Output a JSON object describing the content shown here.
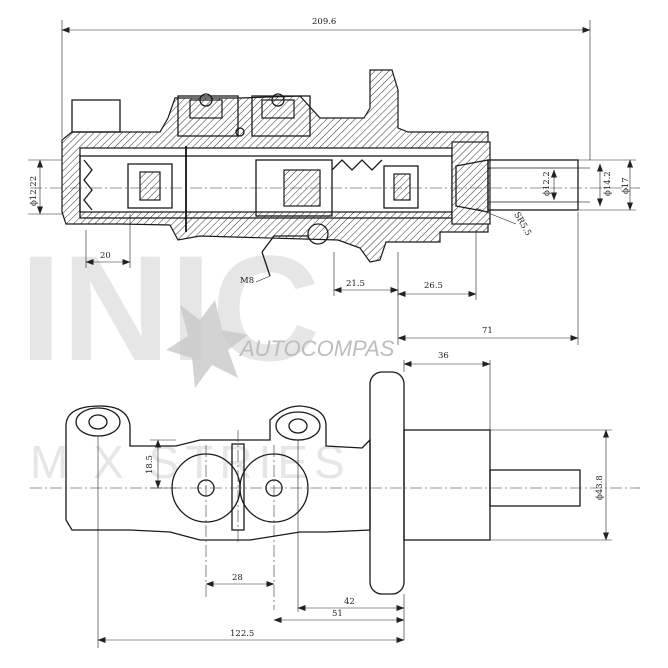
{
  "watermark": {
    "brand_letters": "INIC",
    "company_text": "M  X  STRIES",
    "logo_text": "AUTOCOMPAS"
  },
  "dimensions": {
    "overall_length": "209.6",
    "port_diameter_left": "ϕ12.22",
    "inner_bore": "ϕ12.2",
    "tip_diameter": "ϕ14.2",
    "outer_diameter": "ϕ17",
    "sphere_radius": "SR5.5",
    "thread": "M8",
    "left_offset": "20",
    "dim_21_5": "21.5",
    "dim_26_5": "26.5",
    "dim_71": "71",
    "dim_36": "36",
    "dim_18_5": "18.5",
    "flange_diameter": "ϕ43.8",
    "port_spacing": "28",
    "dim_42": "42",
    "dim_51": "51",
    "dim_122_5": "122.5"
  }
}
